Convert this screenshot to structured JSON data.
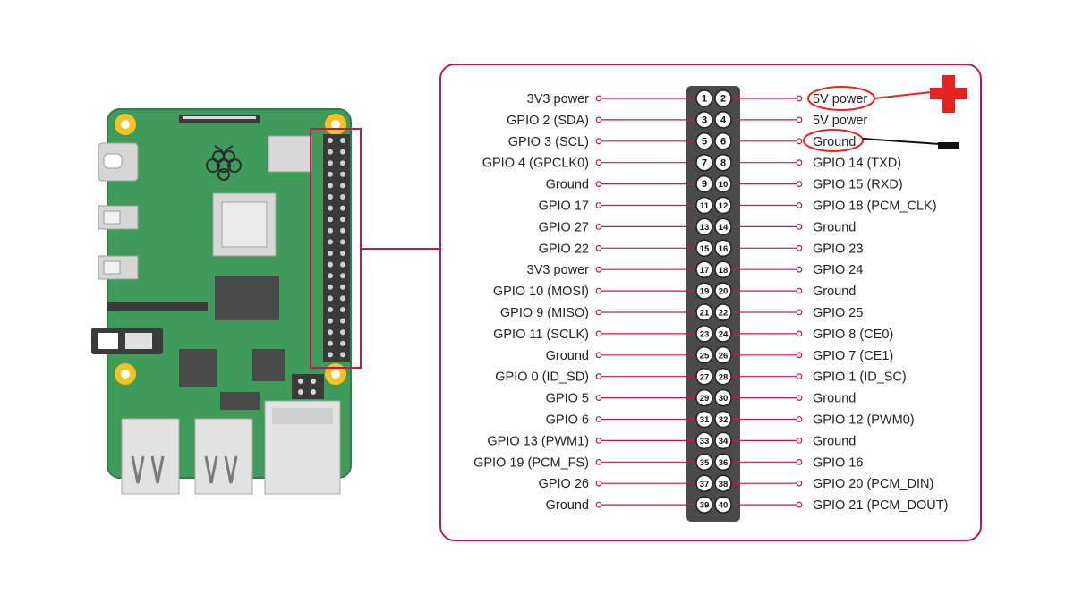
{
  "colors": {
    "board": "#3e9b5a",
    "board_edge": "#2f7d46",
    "mount_hole": "#f7c21d",
    "accent": "#c5174f",
    "annotation": "#e8231f",
    "header_body": "#4a4a4a",
    "text": "#222222"
  },
  "left_pins": [
    {
      "num": "1",
      "label": "3V3 power"
    },
    {
      "num": "3",
      "label": "GPIO 2 (SDA)"
    },
    {
      "num": "5",
      "label": "GPIO 3 (SCL)"
    },
    {
      "num": "7",
      "label": "GPIO 4 (GPCLK0)"
    },
    {
      "num": "9",
      "label": "Ground"
    },
    {
      "num": "11",
      "label": "GPIO 17"
    },
    {
      "num": "13",
      "label": "GPIO 27"
    },
    {
      "num": "15",
      "label": "GPIO 22"
    },
    {
      "num": "17",
      "label": "3V3 power"
    },
    {
      "num": "19",
      "label": "GPIO 10 (MOSI)"
    },
    {
      "num": "21",
      "label": "GPIO 9 (MISO)"
    },
    {
      "num": "23",
      "label": "GPIO 11 (SCLK)"
    },
    {
      "num": "25",
      "label": "Ground"
    },
    {
      "num": "27",
      "label": "GPIO 0 (ID_SD)"
    },
    {
      "num": "29",
      "label": "GPIO 5"
    },
    {
      "num": "31",
      "label": "GPIO 6"
    },
    {
      "num": "33",
      "label": "GPIO 13 (PWM1)"
    },
    {
      "num": "35",
      "label": "GPIO 19 (PCM_FS)"
    },
    {
      "num": "37",
      "label": "GPIO 26"
    },
    {
      "num": "39",
      "label": "Ground"
    }
  ],
  "right_pins": [
    {
      "num": "2",
      "label": "5V power"
    },
    {
      "num": "4",
      "label": "5V power"
    },
    {
      "num": "6",
      "label": "Ground"
    },
    {
      "num": "8",
      "label": "GPIO 14 (TXD)"
    },
    {
      "num": "10",
      "label": "GPIO 15 (RXD)"
    },
    {
      "num": "12",
      "label": "GPIO 18 (PCM_CLK)"
    },
    {
      "num": "14",
      "label": "Ground"
    },
    {
      "num": "16",
      "label": "GPIO 23"
    },
    {
      "num": "18",
      "label": "GPIO 24"
    },
    {
      "num": "20",
      "label": "Ground"
    },
    {
      "num": "22",
      "label": "GPIO 25"
    },
    {
      "num": "24",
      "label": "GPIO 8 (CE0)"
    },
    {
      "num": "26",
      "label": "GPIO 7 (CE1)"
    },
    {
      "num": "28",
      "label": "GPIO 1 (ID_SC)"
    },
    {
      "num": "30",
      "label": "Ground"
    },
    {
      "num": "32",
      "label": "GPIO 12 (PWM0)"
    },
    {
      "num": "34",
      "label": "Ground"
    },
    {
      "num": "36",
      "label": "GPIO 16"
    },
    {
      "num": "38",
      "label": "GPIO 20 (PCM_DIN)"
    },
    {
      "num": "40",
      "label": "GPIO 21 (PCM_DOUT)"
    }
  ],
  "annotations": {
    "positive_symbol": "+",
    "negative_symbol": "−",
    "circled_pins": [
      "2",
      "6"
    ]
  }
}
